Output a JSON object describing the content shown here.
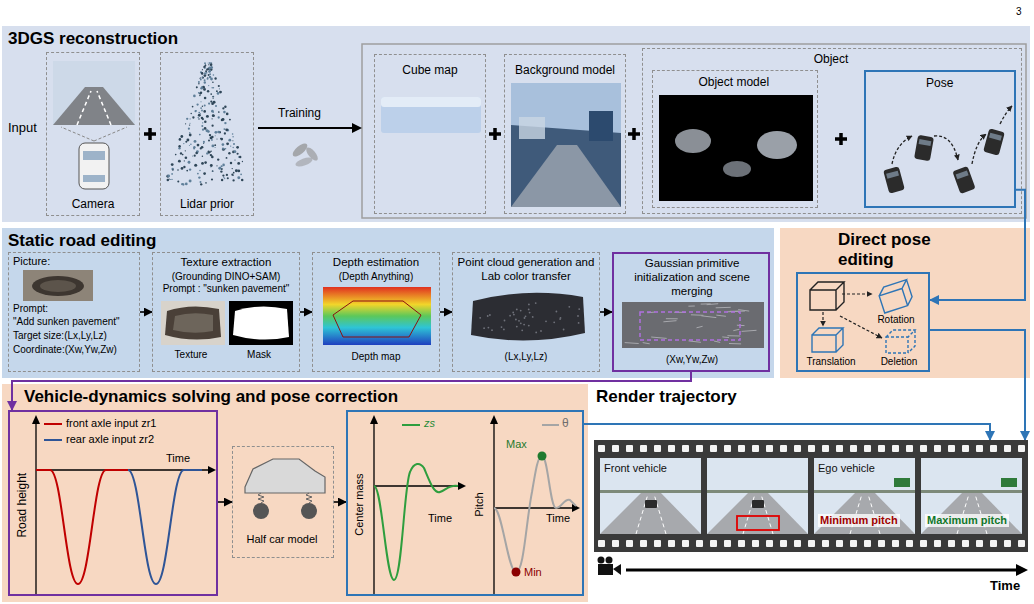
{
  "diagram": {
    "nodes": [
      {
        "text": [
          "3DGS reconstruction"
        ]
      },
      {
        "text": [
          "Camera"
        ],
        "in": 0
      },
      {
        "text": [
          "Lidar prior"
        ],
        "in": 0
      },
      {
        "text": [
          "Cube map"
        ],
        "in": 0
      },
      {
        "text": [
          "Background model"
        ],
        "in": 0
      },
      {
        "text": [
          "Object"
        ],
        "in": 0
      },
      {
        "text": [
          "Object model"
        ],
        "in": 5
      },
      {
        "text": [
          "Pose"
        ],
        "in": 5
      },
      {
        "text": [
          "Static road editing"
        ]
      },
      {
        "text": [
          "Picture:",
          "Prompt:",
          "\"Add sunken pavement\"",
          "Target size:(Lx,Ly,Lz)",
          "Coordinate:(Xw,Yw,Zw)"
        ],
        "in": 8
      },
      {
        "text": [
          "Texture extraction",
          "(Grounding DINO+SAM)",
          "Prompt : \"sunken pavement\"",
          "Texture",
          "Mask"
        ],
        "in": 8
      },
      {
        "text": [
          "Depth estimation",
          "(Depth Anything)",
          "Depth map"
        ],
        "in": 8
      },
      {
        "text": [
          "Point cloud generation and Lab color transfer",
          "(Lx,Ly,Lz)"
        ],
        "in": 8
      },
      {
        "text": [
          "Gaussian primitive initialization and scene merging",
          "(Xw,Yw,Zw)"
        ],
        "in": 8
      },
      {
        "text": [
          "Direct pose editing"
        ]
      },
      {
        "text": [
          "Rotation",
          "Translation",
          "Deletion"
        ],
        "in": 14
      },
      {
        "text": [
          "Vehicle-dynamics solving and pose correction"
        ]
      },
      {
        "text": [
          "Road height",
          "front axle input zr1",
          "rear axle input zr2",
          "Time"
        ],
        "in": 16
      },
      {
        "text": [
          "Half car model"
        ],
        "in": 16
      },
      {
        "text": [
          "Center mass",
          "zs",
          "Time",
          "Pitch",
          "θ",
          "Max",
          "Min",
          "Time"
        ],
        "in": 16
      },
      {
        "text": [
          "Render trajectory"
        ]
      },
      {
        "text": [
          "Front vehicle",
          "Ego vehicle",
          "Minimum pitch",
          "Maximum pitch"
        ],
        "in": 20
      }
    ],
    "edges": [
      {
        "from": 9,
        "to": 10,
        "arrow": "to"
      },
      {
        "from": 10,
        "to": 11,
        "arrow": "to"
      },
      {
        "from": 11,
        "to": 12,
        "arrow": "to"
      },
      {
        "from": 12,
        "to": 13,
        "arrow": "to"
      },
      {
        "from": 13,
        "to": 17,
        "arrow": "to"
      },
      {
        "from": 17,
        "to": 18,
        "arrow": "to"
      },
      {
        "from": 18,
        "to": 19,
        "arrow": "to"
      },
      {
        "from": 19,
        "to": 21,
        "arrow": "to"
      },
      {
        "from": 7,
        "to": 15,
        "arrow": "to"
      },
      {
        "from": 15,
        "to": 21,
        "arrow": "to"
      }
    ],
    "labels": [
      "3",
      "Input",
      "Training",
      "Time"
    ]
  }
}
